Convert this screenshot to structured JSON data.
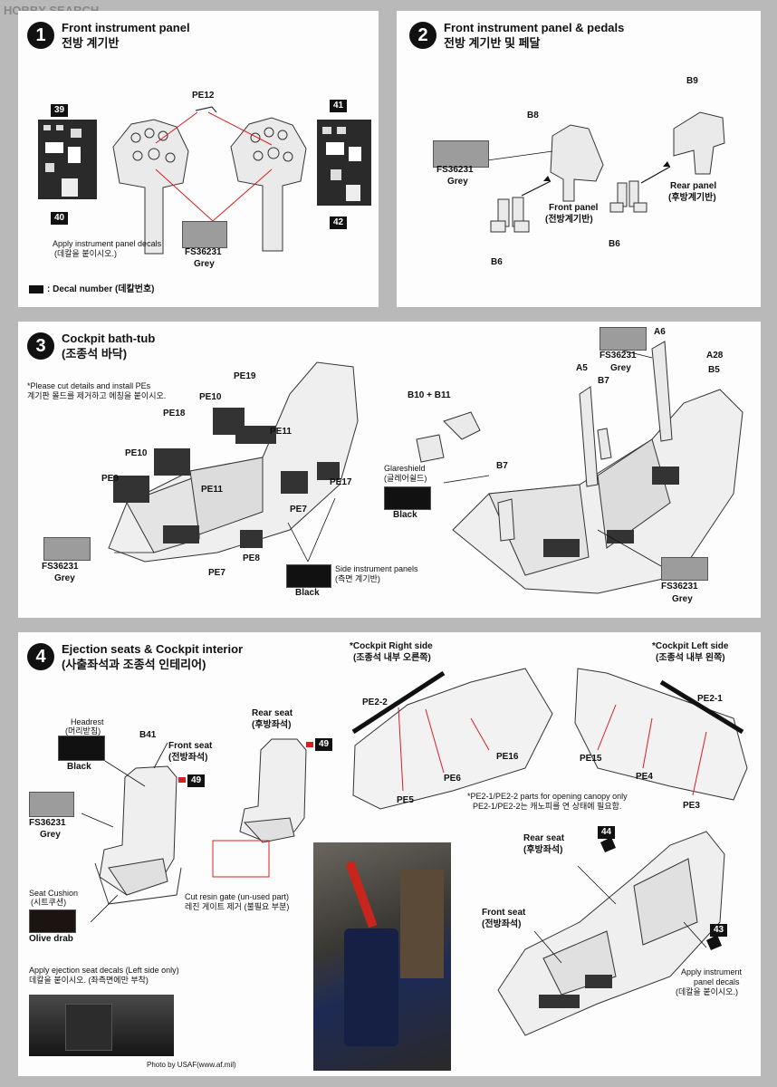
{
  "watermark": {
    "brand": "HOBBY SEARCH"
  },
  "steps": [
    {
      "number": "1",
      "title_en": "Front instrument panel",
      "title_kr": "전방 계기반"
    },
    {
      "number": "2",
      "title_en": "Front instrument panel & pedals",
      "title_kr": "전방 계기반 및 페달"
    },
    {
      "number": "3",
      "title_en": "Cockpit bath-tub",
      "title_kr": "(조종석 바닥)"
    },
    {
      "number": "4",
      "title_en": "Ejection seats & Cockpit interior",
      "title_kr": "(사출좌석과 조종석 인테리어)"
    }
  ],
  "colors": {
    "grey": "#9c9c9c",
    "black": "#111111",
    "olive_drab": "#1b1410"
  },
  "panel1": {
    "part_pe12": "PE12",
    "decal_39": "39",
    "decal_40": "40",
    "decal_41": "41",
    "decal_42": "42",
    "note_en": "Apply instrument panel decals",
    "note_kr": "(데칼을 붙이시오.)",
    "color_code": "FS36231",
    "color_name": "Grey",
    "legend": ": Decal number (데칼번호)"
  },
  "panel2": {
    "b9": "B9",
    "b8": "B8",
    "b6_left": "B6",
    "b6_right": "B6",
    "color_code": "FS36231",
    "color_name": "Grey",
    "front_panel_en": "Front panel",
    "front_panel_kr": "(전방계기반)",
    "rear_panel_en": "Rear panel",
    "rear_panel_kr": "(후방계기반)"
  },
  "panel3": {
    "note_en": "*Please cut details and install PEs",
    "note_kr": "계기판 몰드를 제거하고 에칭을 붙이시오.",
    "pe19": "PE19",
    "pe10a": "PE10",
    "pe18": "PE18",
    "pe11a": "PE11",
    "pe10b": "PE10",
    "pe9": "PE9",
    "pe11b": "PE11",
    "pe17": "PE17",
    "pe7a": "PE7",
    "pe8": "PE8",
    "pe7b": "PE7",
    "grey_code": "FS36231",
    "grey_name": "Grey",
    "side_panels_en": "Side instrument panels",
    "side_panels_kr": "(측면 계기반)",
    "black_name": "Black",
    "b10_b11": "B10 + B11",
    "a5": "A5",
    "a6": "A6",
    "a28": "A28",
    "b7a": "B7",
    "b5": "B5",
    "b7b": "B7",
    "grey_code2": "FS36231",
    "grey_name2": "Grey",
    "glareshield_en": "Glareshield",
    "glareshield_kr": "(글레어쉴드)",
    "black_name2": "Black",
    "grey_code3": "FS36231",
    "grey_name3": "Grey"
  },
  "panel4": {
    "headrest_en": "Headrest",
    "headrest_kr": "(머리받침)",
    "black_name": "Black",
    "b41": "B41",
    "front_seat_en": "Front seat",
    "front_seat_kr": "(전방좌석)",
    "decal_49a": "49",
    "rear_seat_en": "Rear seat",
    "rear_seat_kr": "(후방좌석)",
    "decal_49b": "49",
    "grey_code": "FS36231",
    "grey_name": "Grey",
    "cushion_en": "Seat Cushion",
    "cushion_kr": "(시트쿠션)",
    "olive_name": "Olive drab",
    "resin_en": "Cut resin gate (un-used part)",
    "resin_kr": "레진 게이트 제거 (불필요 부분)",
    "seat_decals_en": "Apply ejection seat decals (Left side only)",
    "seat_decals_kr": "데칼을 붙이시오. (좌측면에만 부착)",
    "photo_credit": "Photo by USAF(www.af.mil)",
    "right_side_en": "*Cockpit Right side",
    "right_side_kr": "(조종석 내부 오른쪽)",
    "left_side_en": "*Cockpit Left side",
    "left_side_kr": "(조종석 내부 왼쪽)",
    "pe2_2": "PE2-2",
    "pe16": "PE16",
    "pe6": "PE6",
    "pe5": "PE5",
    "pe2_1": "PE2-1",
    "pe15": "PE15",
    "pe4": "PE4",
    "pe3": "PE3",
    "canopy_note_en": "*PE2-1/PE2-2 parts for opening canopy only",
    "canopy_note_kr": "PE2-1/PE2-2는 캐노피를 연 상태에 필요함.",
    "rear_seat2_en": "Rear seat",
    "rear_seat2_kr": "(후방좌석)",
    "decal_44": "44",
    "front_seat2_en": "Front seat",
    "front_seat2_kr": "(전방좌석)",
    "decal_43": "43",
    "apply_inst_1": "Apply instrument",
    "apply_inst_2": "panel decals",
    "apply_inst_kr": "(데칼을 붙이시오.)"
  }
}
